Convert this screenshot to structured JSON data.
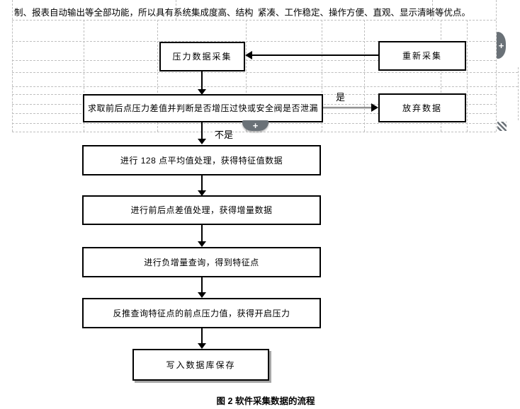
{
  "document": {
    "paragraph_left": "制、报表自动输出等全部功能，所以具有系统集成度高、结构",
    "paragraph_right": "紧凑、工作稳定、操作方便、直观、显示清晰等优点。",
    "figure_caption": "图 2 软件采集数据的流程"
  },
  "flowchart": {
    "nodes": {
      "collect": "压力数据采集",
      "recollect": "重新采集",
      "judge": "求取前后点压力差值并判断是否增压过快或安全阀是否泄漏",
      "discard": "放弃数据",
      "average": "进行 128 点平均值处理，获得特征值数据",
      "delta": "进行前后点差值处理，获得增量数据",
      "neg_query": "进行负增量查询，得到特征点",
      "back_query": "反推查询特征点的前点压力值，获得开启压力",
      "save": "写入数据库保存"
    },
    "branch_labels": {
      "yes": "是",
      "no": "不是"
    }
  },
  "widgets": {
    "insert_handle_right_plus": "+",
    "insert_handle_bottom_plus": "+"
  },
  "colors": {
    "box_border": "#000000",
    "grid_line": "#bfbfbf",
    "handle_gray": "#6a7177",
    "yes_line_gray": "#9b9b9b",
    "save_box_shadow": "#a6a6a6"
  }
}
